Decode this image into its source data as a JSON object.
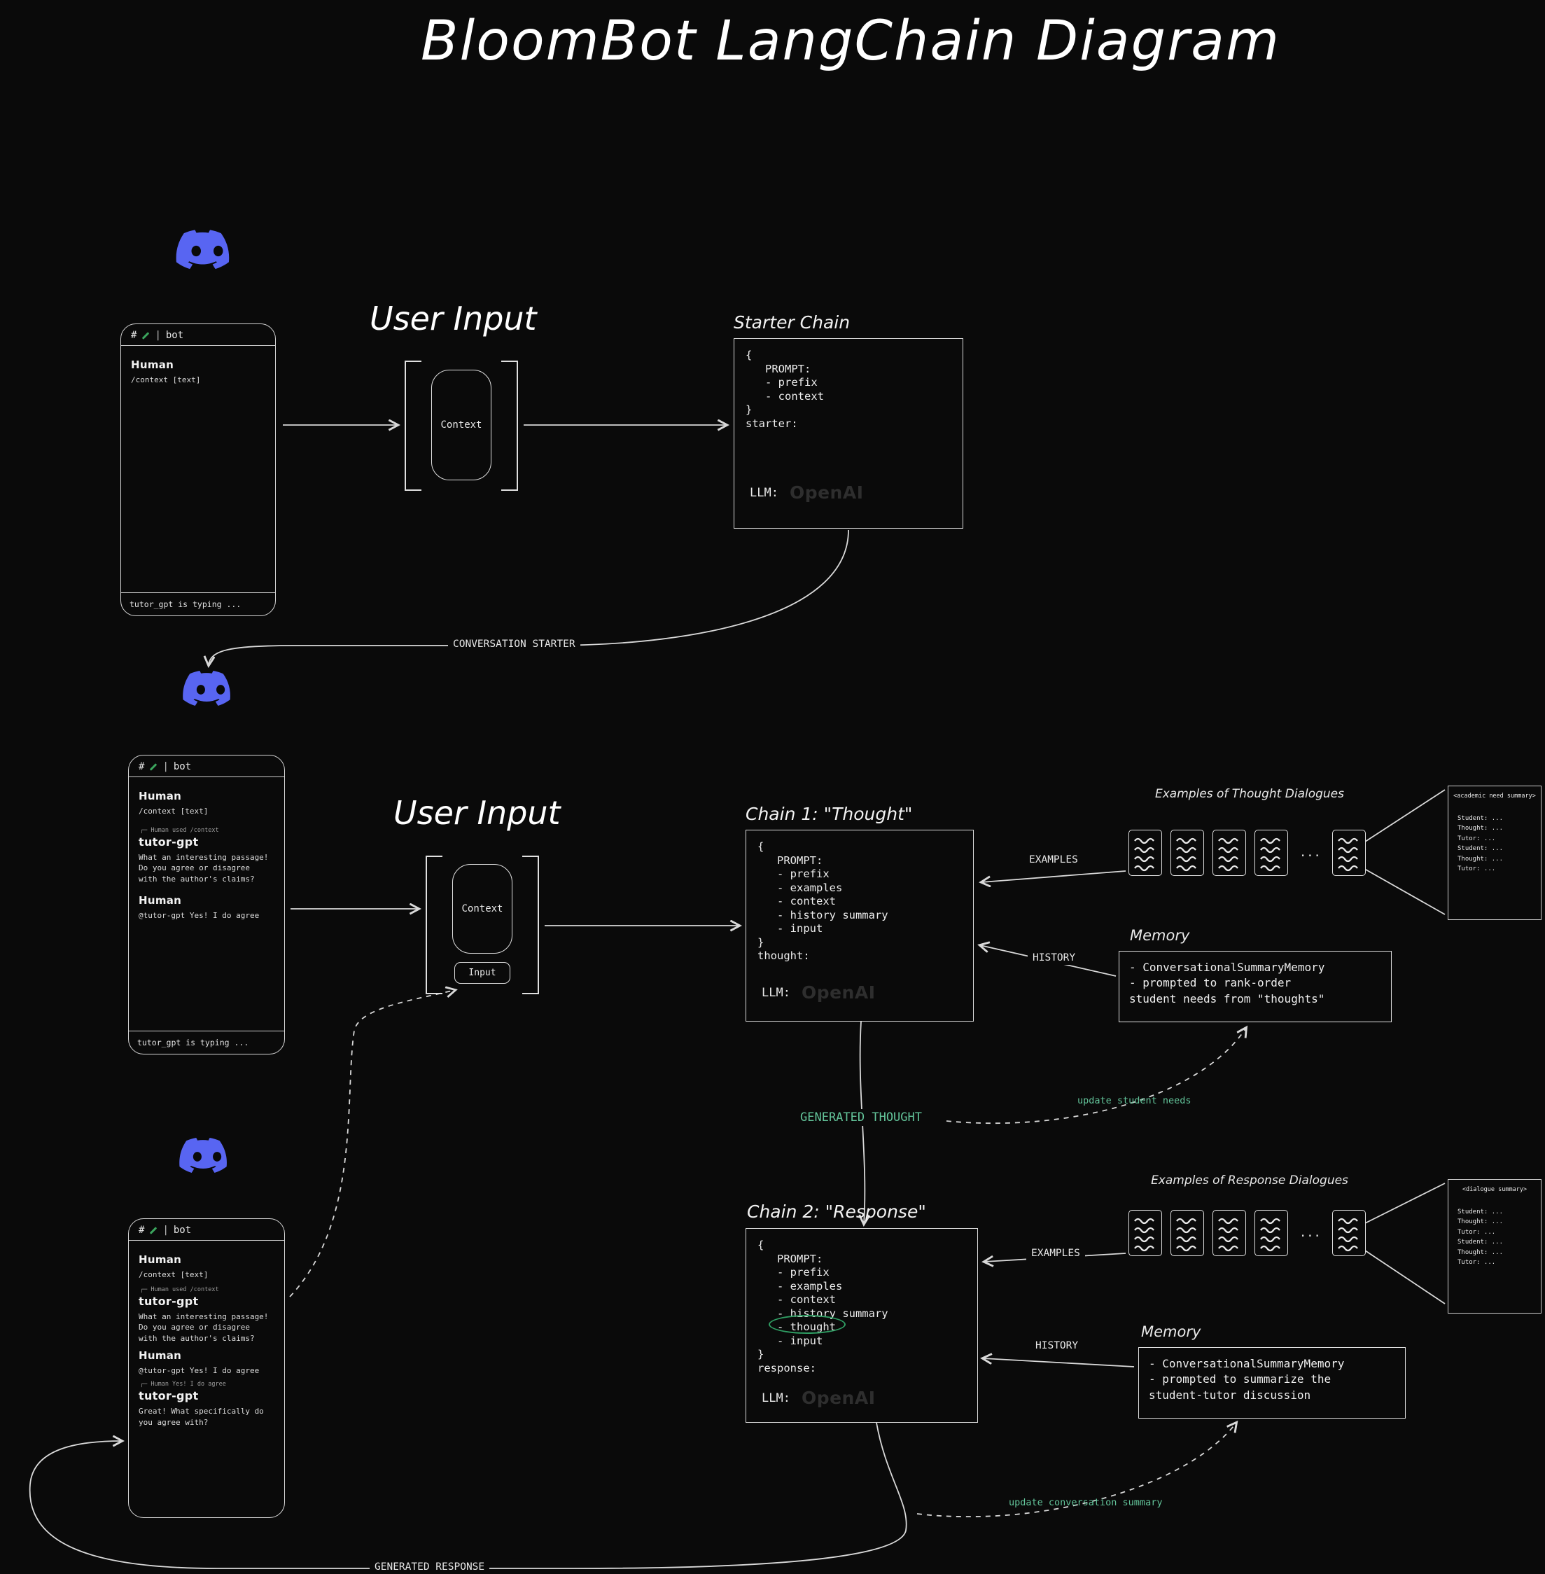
{
  "title": "BloomBot LangChain Diagram",
  "colors": {
    "background": "#0a0a0a",
    "stroke": "#d9d9d9",
    "discord_blurple": "#5865f2",
    "accent_green": "#3ba55d",
    "mint_label": "#63c49a",
    "openai_dim": "#2e2e2e"
  },
  "labels": {
    "user_input": "User Input",
    "context": "Context",
    "input": "Input",
    "conversation_starter": "CONVERSATION STARTER",
    "generated_thought": "GENERATED THOUGHT",
    "generated_response": "GENERATED RESPONSE",
    "examples": "EXAMPLES",
    "history": "HISTORY",
    "update_student_needs": "update student needs",
    "update_conversation_summary": "update conversation summary",
    "ellipsis": "..."
  },
  "phones": [
    {
      "header": {
        "hash": "#",
        "divider": "|",
        "name": "bot"
      },
      "messages": [
        {
          "author": "Human",
          "body": "/context [text]"
        }
      ],
      "footer": "tutor_gpt is typing ..."
    },
    {
      "header": {
        "hash": "#",
        "divider": "|",
        "name": "bot"
      },
      "messages": [
        {
          "author": "Human",
          "body": "/context [text]"
        },
        {
          "reply": "┌─ Human used /context",
          "author": "tutor-gpt",
          "body": "What an interesting passage!\nDo you agree or disagree\nwith the author's claims?"
        },
        {
          "author": "Human",
          "body": "@tutor-gpt Yes! I do agree"
        }
      ],
      "footer": "tutor_gpt is typing ..."
    },
    {
      "header": {
        "hash": "#",
        "divider": "|",
        "name": "bot"
      },
      "messages": [
        {
          "author": "Human",
          "body": "/context [text]"
        },
        {
          "reply": "┌─ Human used /context",
          "author": "tutor-gpt",
          "body": "What an interesting passage!\nDo you agree or disagree\nwith the author's claims?"
        },
        {
          "author": "Human",
          "body": "@tutor-gpt Yes! I do agree"
        },
        {
          "reply": "┌─ Human  Yes! I do agree",
          "author": "tutor-gpt",
          "body": "Great! What specifically do\nyou agree with?"
        }
      ]
    }
  ],
  "starter_chain": {
    "title": "Starter Chain",
    "code": "{\n   PROMPT:\n   - prefix\n   - context\n}\nstarter:",
    "llm_label": "LLM:",
    "llm_name": "OpenAI"
  },
  "chain1": {
    "title": "Chain 1: \"Thought\"",
    "code": "{\n   PROMPT:\n   - prefix\n   - examples\n   - context\n   - history summary\n   - input\n}\nthought:",
    "llm_label": "LLM:",
    "llm_name": "OpenAI"
  },
  "chain2": {
    "title": "Chain 2: \"Response\"",
    "code": "{\n   PROMPT:\n   - prefix\n   - examples\n   - context\n   - history summary\n   - thought\n   - input\n}\nresponse:",
    "llm_label": "LLM:",
    "llm_name": "OpenAI"
  },
  "memory1": {
    "title": "Memory",
    "text": "- ConversationalSummaryMemory\n- prompted to rank-order\nstudent needs from \"thoughts\""
  },
  "memory2": {
    "title": "Memory",
    "text": "- ConversationalSummaryMemory\n- prompted to summarize the\nstudent-tutor discussion"
  },
  "examples_group1": {
    "title": "Examples of Thought Dialogues"
  },
  "examples_group2": {
    "title": "Examples of Response Dialogues"
  },
  "panel1": {
    "header": "<academic need summary>",
    "body": "Student:  ...\nThought:  ...\nTutor:  ...\nStudent:  ...\nThought:  ...\nTutor:  ..."
  },
  "panel2": {
    "header": "<dialogue summary>",
    "body": "Student:  ...\nThought:  ...\nTutor:  ...\nStudent:  ...\nThought:  ...\nTutor:  ..."
  }
}
